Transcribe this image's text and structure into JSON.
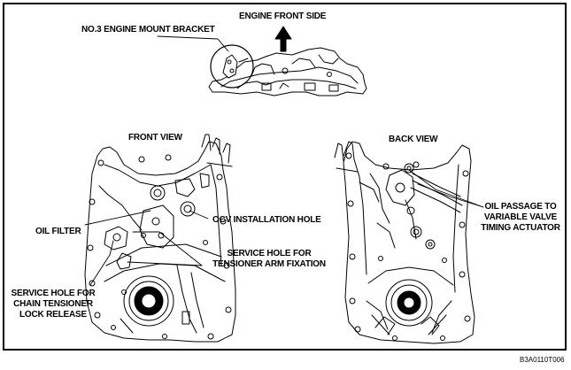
{
  "labels": {
    "engine_front_side": "ENGINE FRONT SIDE",
    "mount_bracket": "NO.3 ENGINE MOUNT BRACKET",
    "front_view": "FRONT VIEW",
    "back_view": "BACK VIEW",
    "oil_filter": "OIL FILTER",
    "ocv_hole": "OCV INSTALLATION HOLE",
    "service_hole_tensioner_1": "SERVICE HOLE FOR",
    "service_hole_tensioner_2": "TENSIONER ARM FIXATION",
    "service_hole_chain_1": "SERVICE HOLE FOR",
    "service_hole_chain_2": "CHAIN TENSIONER",
    "service_hole_chain_3": "LOCK RELEASE",
    "oil_passage_1": "OIL PASSAGE TO",
    "oil_passage_2": "VARIABLE VALVE",
    "oil_passage_3": "TIMING ACTUATOR"
  },
  "figure_code": "B3A0110T006"
}
